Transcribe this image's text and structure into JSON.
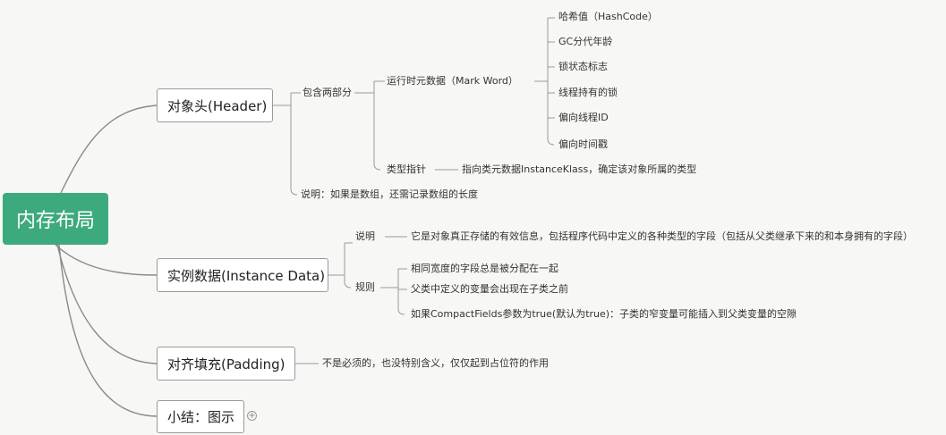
{
  "root": {
    "label": "内存布局"
  },
  "header": {
    "label": "对象头(Header)",
    "contains": "包含两部分",
    "mark_word": {
      "label": "运行时元数据（Mark Word）",
      "items": [
        "哈希值（HashCode）",
        "GC分代年龄",
        "锁状态标志",
        "线程持有的锁",
        "偏向线程ID",
        "偏向时间戳"
      ]
    },
    "klass_pointer": {
      "label": "类型指针",
      "desc": "指向类元数据InstanceKlass，确定该对象所属的类型"
    },
    "note": "说明：如果是数组，还需记录数组的长度"
  },
  "instance_data": {
    "label": "实例数据(Instance Data)",
    "desc_label": "说明",
    "desc": "它是对象真正存储的有效信息，包括程序代码中定义的各种类型的字段（包括从父类继承下来的和本身拥有的字段）",
    "rules_label": "规则",
    "rules": [
      "相同宽度的字段总是被分配在一起",
      "父类中定义的变量会出现在子类之前",
      "如果CompactFields参数为true(默认为true)：子类的窄变量可能插入到父类变量的空隙"
    ]
  },
  "padding": {
    "label": "对齐填充(Padding)",
    "desc": "不是必须的，也没特别含义，仅仅起到占位符的作用"
  },
  "summary": {
    "label": "小结：图示",
    "expand": "+"
  }
}
